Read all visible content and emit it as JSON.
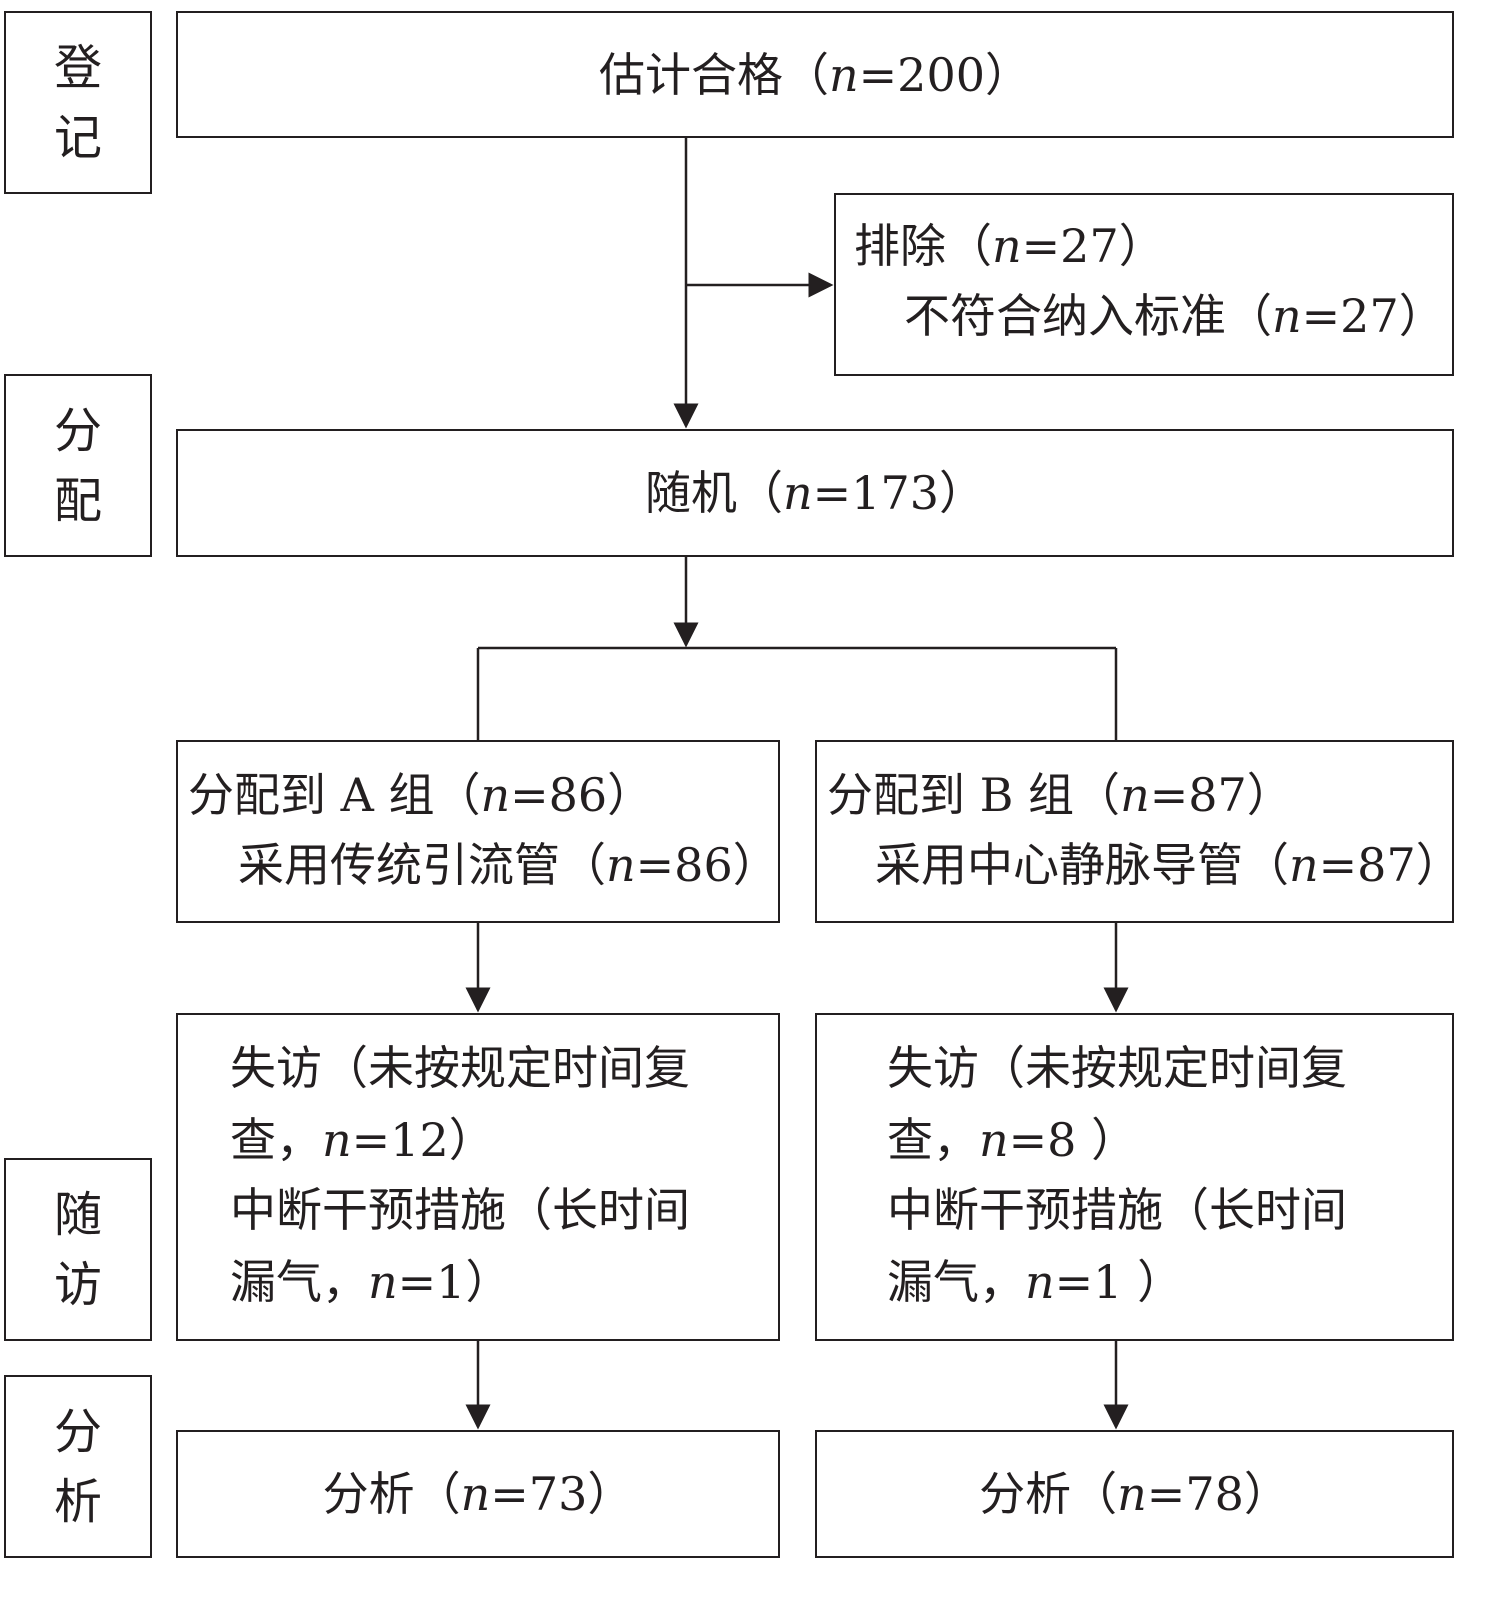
{
  "stages": {
    "enrollment": [
      "登",
      "记"
    ],
    "allocation": [
      "分",
      "配"
    ],
    "followup": [
      "随",
      "访"
    ],
    "analysis": [
      "分",
      "析"
    ]
  },
  "eligible": {
    "label": "估计合格（",
    "n": "n",
    "value": "=200）"
  },
  "excluded": {
    "line1": {
      "label": "排除（",
      "n": "n",
      "value": "=27）"
    },
    "line2": {
      "label": "不符合纳入标准（",
      "n": "n",
      "value": "=27）"
    }
  },
  "randomized": {
    "label": "随机（",
    "n": "n",
    "value": "=173）"
  },
  "group_a": {
    "line1": {
      "label": "分配到 A 组（",
      "n": "n",
      "value": "=86）"
    },
    "line2": {
      "label": "采用传统引流管（",
      "n": "n",
      "value": "=86）"
    }
  },
  "group_b": {
    "line1": {
      "label": "分配到 B 组（",
      "n": "n",
      "value": "=87）"
    },
    "line2": {
      "label": "采用中心静脉导管（",
      "n": "n",
      "value": "=87）"
    }
  },
  "followup_a": {
    "line1": "失访（未按规定时间复",
    "line2": {
      "label": "查，",
      "n": "n",
      "value": "=12）"
    },
    "line3": "中断干预措施（长时间",
    "line4": {
      "label": "漏气，",
      "n": "n",
      "value": "=1）"
    }
  },
  "followup_b": {
    "line1": "失访（未按规定时间复",
    "line2": {
      "label": "查，",
      "n": "n",
      "value": "=8 ）"
    },
    "line3": "中断干预措施（长时间",
    "line4": {
      "label": "漏气，",
      "n": "n",
      "value": "=1 ）"
    }
  },
  "analysis_a": {
    "label": "分析（",
    "n": "n",
    "value": "=73）"
  },
  "analysis_b": {
    "label": "分析（",
    "n": "n",
    "value": "=78）"
  }
}
